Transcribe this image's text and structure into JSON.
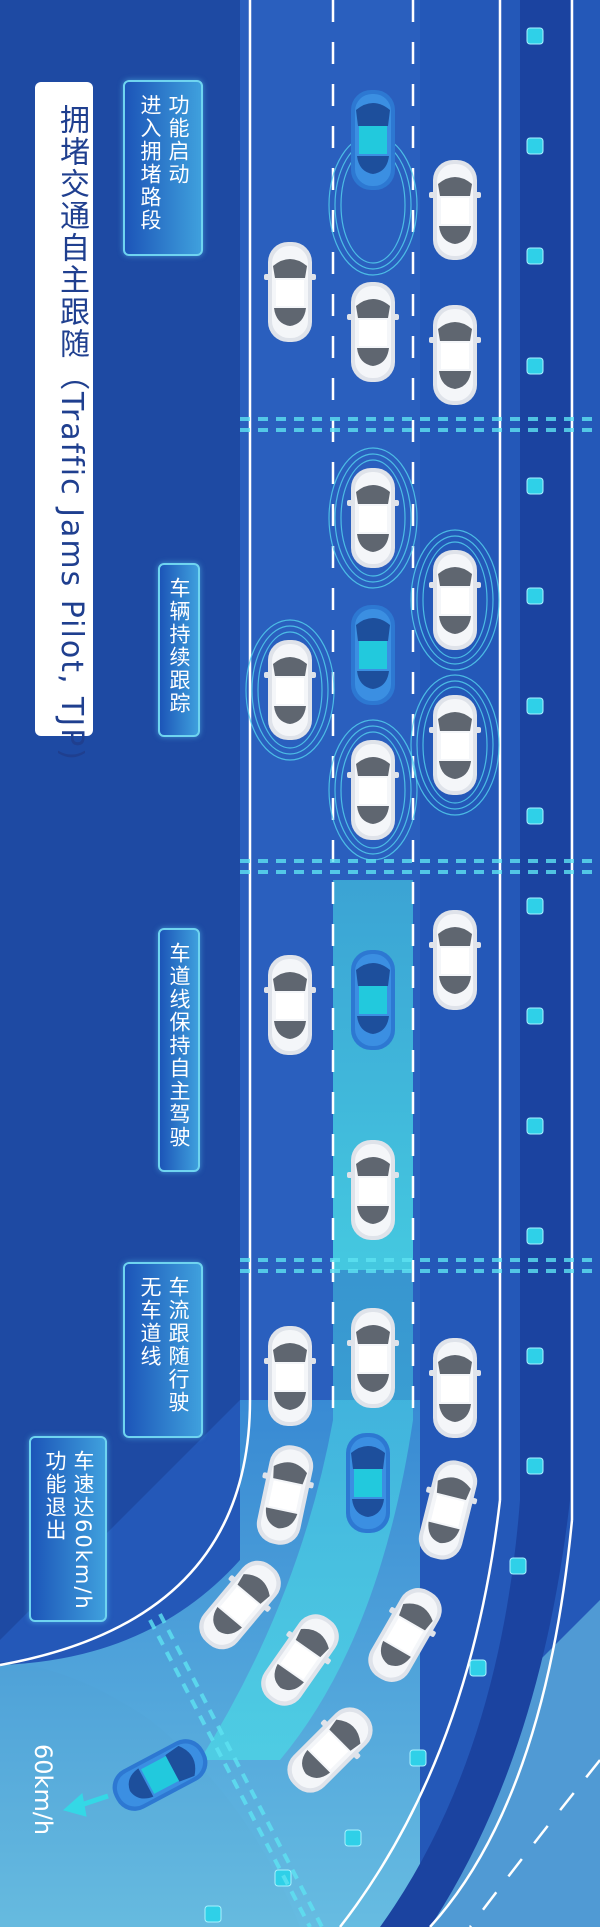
{
  "title": "拥堵交通自主跟随（Traffic Jams Pilot, TJP)",
  "stages": [
    {
      "label": "功能启动 进入拥堵路段",
      "lines": [
        "功能启动",
        "进入拥堵路段"
      ]
    },
    {
      "label": "车辆持续跟踪",
      "lines": [
        "车辆持续跟踪"
      ]
    },
    {
      "label": "车道线保持自主驾驶",
      "lines": [
        "车道线保持自主驾驶"
      ]
    },
    {
      "label": "车流跟随行驶 无车道线",
      "lines": [
        "车流跟随行驶",
        "无车道线"
      ]
    },
    {
      "label": "车速达60km/h 功能退出",
      "lines": [
        "车速达60km/h",
        "功能退出"
      ]
    }
  ],
  "exit_speed": "60km/h",
  "colors": {
    "background": "#1e4aa3",
    "road": "#2458b8",
    "highlight": "#37d6e6",
    "ego_car": "#22c9dd"
  }
}
